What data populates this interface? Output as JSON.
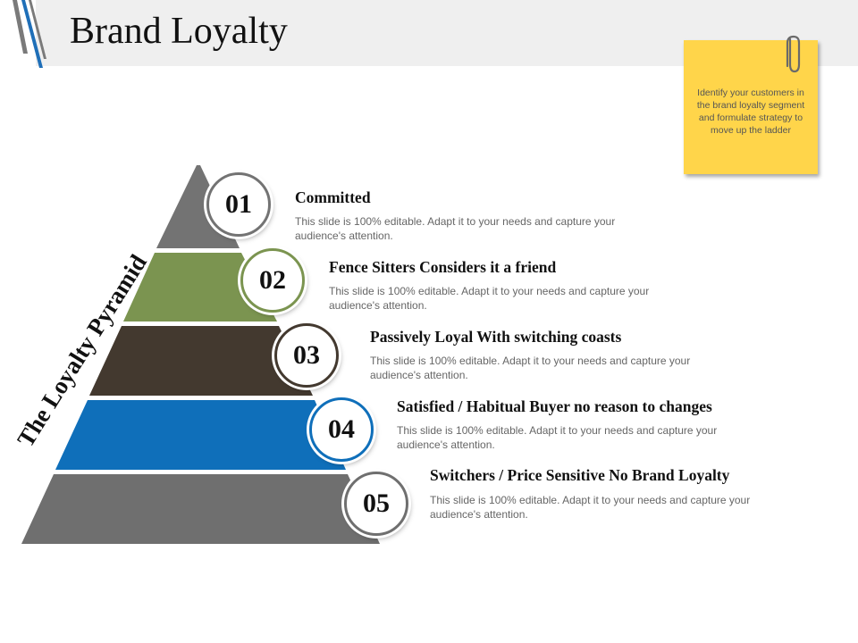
{
  "slide": {
    "title": "Brand Loyalty",
    "note": "Identify your customers in the brand loyalty segment and formulate strategy to move up the ladder",
    "pyramid_label": "The Loyalty Pyramid"
  },
  "levels": [
    {
      "number": "01",
      "title": "Committed",
      "description": "This slide is 100% editable. Adapt it to your needs and capture your audience's attention.",
      "color": "#737373",
      "ring_color": "#737373"
    },
    {
      "number": "02",
      "title": "Fence Sitters Considers it a friend",
      "description": "This slide is 100% editable. Adapt it to your needs and capture your audience's attention.",
      "color": "#7b9450",
      "ring_color": "#7b9450"
    },
    {
      "number": "03",
      "title": "Passively Loyal With switching coasts",
      "description": "This slide is 100% editable. Adapt it to your needs and capture your audience's attention.",
      "color": "#43392f",
      "ring_color": "#43392f"
    },
    {
      "number": "04",
      "title": "Satisfied / Habitual Buyer no reason to changes",
      "description": "This slide is 100% editable. Adapt it to your needs and capture your audience's attention.",
      "color": "#0f6fba",
      "ring_color": "#0f6fba"
    },
    {
      "number": "05",
      "title": "Switchers / Price Sensitive No Brand Loyalty",
      "description": "This slide is 100% editable. Adapt it to your needs and capture your audience's attention.",
      "color": "#6f6f6f",
      "ring_color": "#6f6f6f"
    }
  ],
  "icons": {
    "logo": "slash-stripes-logo",
    "note_clip": "paperclip-icon"
  },
  "colors": {
    "header_band": "#efefef",
    "sticky_note": "#ffd54a",
    "logo_blue": "#1f6fb8",
    "logo_gray": "#7a7a7a"
  }
}
